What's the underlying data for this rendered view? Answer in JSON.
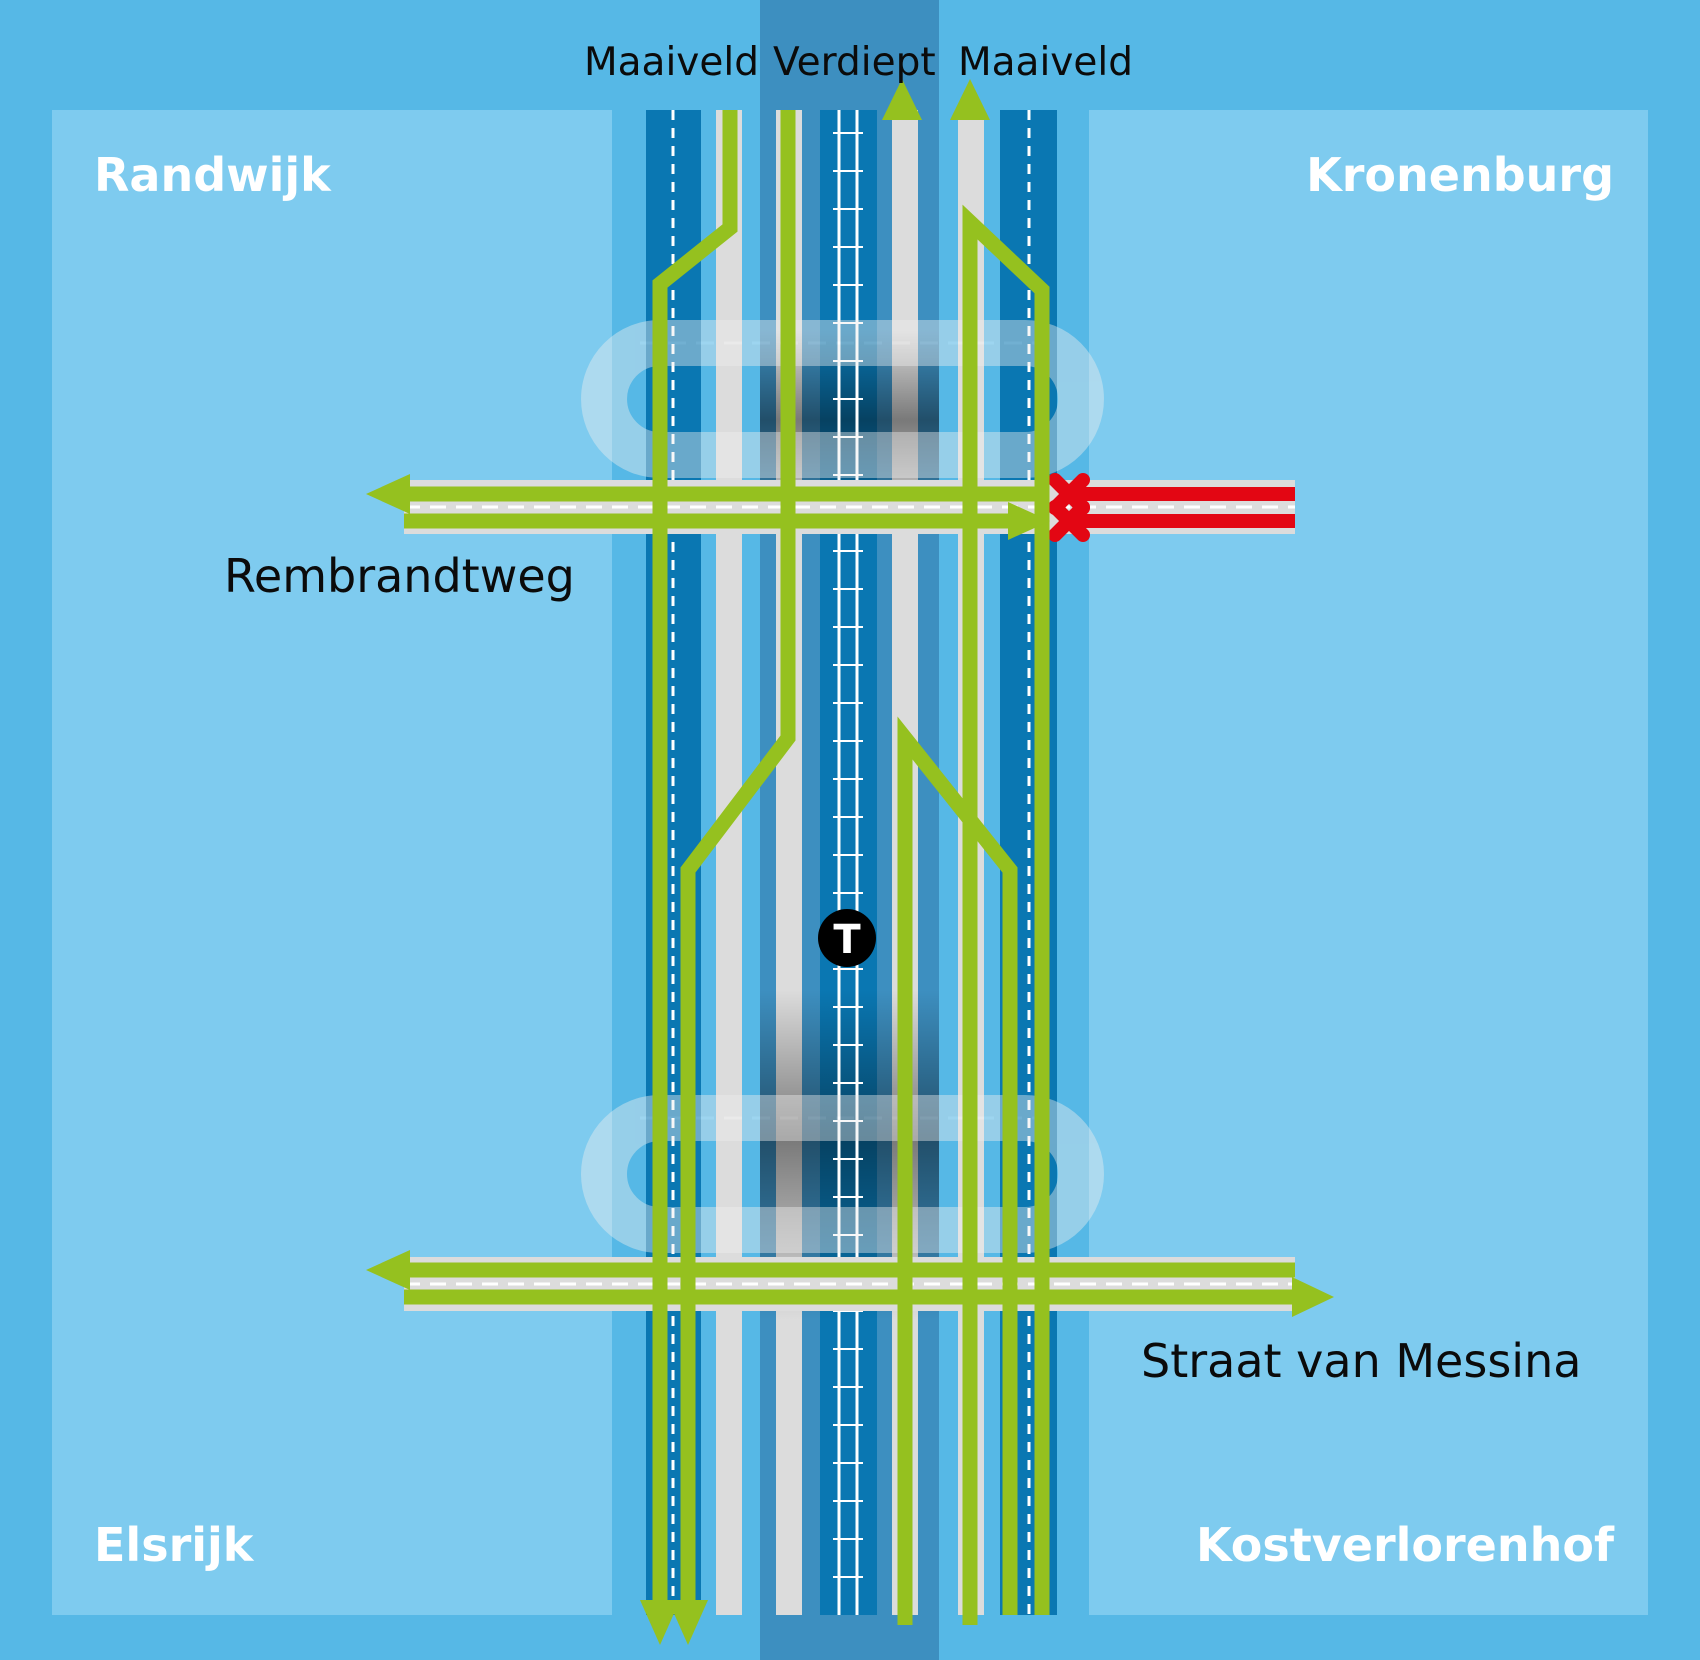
{
  "columns": {
    "left": "Maaiveld",
    "center": "Verdiept",
    "right": "Maaiveld"
  },
  "districts": {
    "top_left": "Randwijk",
    "top_right": "Kronenburg",
    "bottom_left": "Elsrijk",
    "bottom_right": "Kostverlorenhof"
  },
  "streets": {
    "upper": "Rembrandtweg",
    "lower": "Straat van Messina"
  },
  "tram_symbol": "T",
  "colors": {
    "background": "#56b8e6",
    "district_block": "#7ecbef",
    "sunken_band": "#3d8fc0",
    "traffic_lane": "#0a77b2",
    "road_surface": "#dcdcdc",
    "route": "#95c11f",
    "blocked_route": "#e30613",
    "tram_marker": "#000000"
  },
  "icons": [
    "arrow-icon",
    "blocked-x-icon",
    "tram-stop-icon"
  ]
}
